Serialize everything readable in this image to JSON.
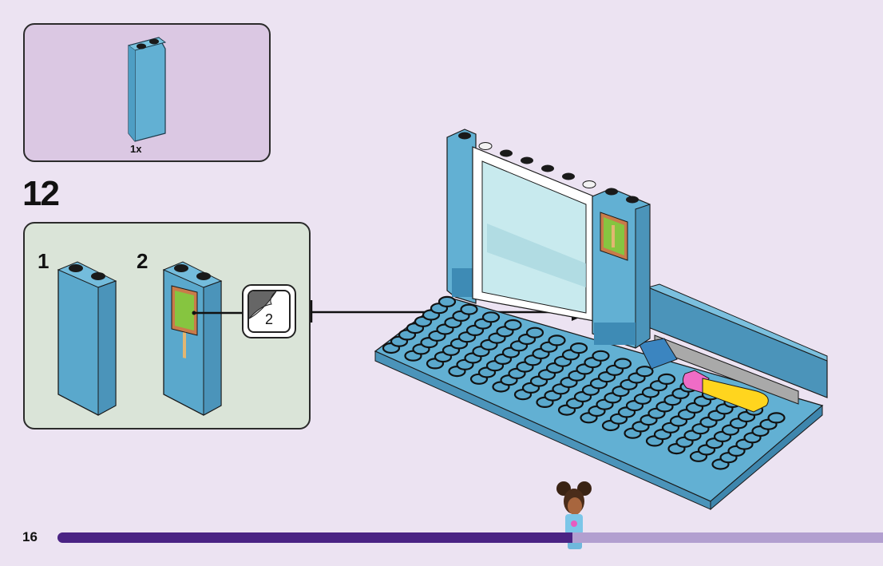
{
  "page": {
    "number": "16",
    "background_color": "#ece3f2"
  },
  "parts_list": {
    "background_color": "#dbc8e3",
    "items": [
      {
        "part": "1x2x5 brick",
        "color": "medium azure",
        "quantity": "1x"
      }
    ]
  },
  "step": {
    "number": "12",
    "sub_assembly": {
      "background_color": "#dae4d8",
      "sub_steps": [
        {
          "label": "1",
          "description": "1x2x5 brick"
        },
        {
          "label": "2",
          "description": "1x2x5 brick with giraffe picture sticker"
        }
      ],
      "sticker_callout": {
        "number": "2",
        "icon": "sticker-peel-icon"
      }
    },
    "main_model": {
      "description": "Baseplate with window frame, blue pillars, bench and pink/yellow cushion"
    }
  },
  "progress": {
    "fraction": 0.62,
    "fill_color": "#4a2384",
    "track_color": "#b29fd0"
  },
  "colors": {
    "brick_blue": "#62b0d3",
    "brick_blue_dark": "#3e8bb5",
    "stud_black": "#1a1a1a",
    "window_glass": "#c8eaee",
    "cushion_pink": "#ef6cc6",
    "cushion_yellow": "#ffd51e"
  }
}
